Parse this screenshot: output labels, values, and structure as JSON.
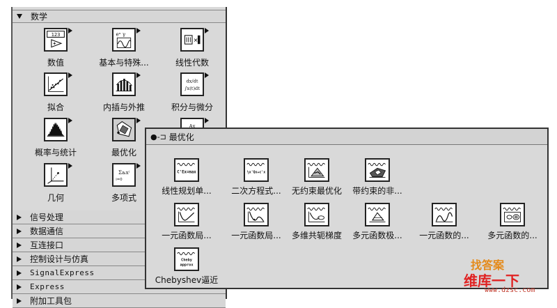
{
  "math_palette": {
    "header": "数学",
    "tiles": [
      {
        "label": "数值",
        "icon": "numeric-icon"
      },
      {
        "label": "基本与特殊...",
        "icon": "elementary-special-icon"
      },
      {
        "label": "线性代数",
        "icon": "linear-algebra-icon"
      },
      {
        "label": "拟合",
        "icon": "fitting-icon"
      },
      {
        "label": "内插与外推",
        "icon": "interpolation-icon"
      },
      {
        "label": "积分与微分",
        "icon": "integration-icon"
      },
      {
        "label": "概率与统计",
        "icon": "probability-icon"
      },
      {
        "label": "最优化",
        "icon": "optimization-icon"
      },
      {
        "label": "几何",
        "icon": "geometry-icon"
      },
      {
        "label": "多项式",
        "icon": "polynomial-icon"
      }
    ],
    "icon_text": {
      "numeric": "123",
      "integration": "dx/dt",
      "polynomial": "Σaᵢxⁱ",
      "linear_partial": "Ax"
    },
    "categories": [
      {
        "label": "信号处理"
      },
      {
        "label": "数据通信"
      },
      {
        "label": "互连接口"
      },
      {
        "label": "控制设计与仿真"
      },
      {
        "label": "SignalExpress"
      },
      {
        "label": "Express"
      },
      {
        "label": "附加工具包"
      }
    ]
  },
  "optimization_palette": {
    "title": "最优化",
    "tiles": [
      {
        "label": "线性规划单...",
        "icon_text": "C'Ex=max"
      },
      {
        "label": "二次方程式...",
        "icon_text": "½x'Qx+c'x"
      },
      {
        "label": "无约束最优化"
      },
      {
        "label": "带约束的非..."
      },
      {
        "label": "一元函数局..."
      },
      {
        "label": "一元函数局..."
      },
      {
        "label": "多维共轭梯度"
      },
      {
        "label": "多元函数极..."
      },
      {
        "label": "一元函数的..."
      },
      {
        "label": "多元函数的..."
      },
      {
        "label": "Chebyshev逼近",
        "icon_text": "Cheby approx"
      }
    ]
  },
  "watermark": {
    "line1": "找答案",
    "line2": "维库一下",
    "url": "www.dzsc.com"
  }
}
